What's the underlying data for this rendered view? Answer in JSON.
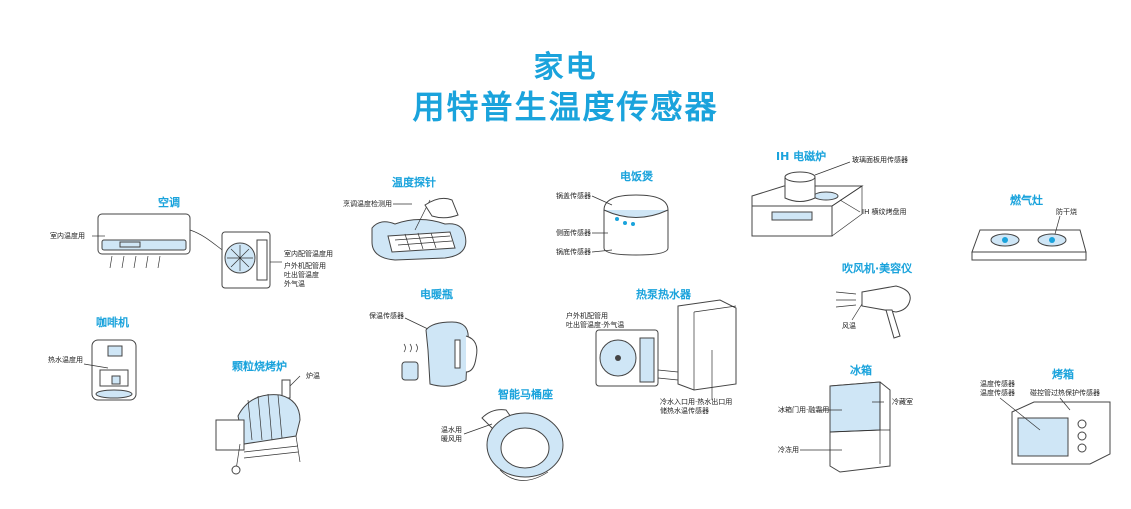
{
  "title": {
    "line1": "家电",
    "line2": "用特普生温度传感器"
  },
  "appliances": {
    "aircon": {
      "name": "空调",
      "labels": [
        "室内温度用",
        "室内配管温度用",
        "户外机配管用",
        "吐出管温度",
        "外气温"
      ]
    },
    "probe": {
      "name": "温度探针",
      "labels": [
        "烹调温度检测用"
      ]
    },
    "rice_cooker": {
      "name": "电饭煲",
      "labels": [
        "锅盖传感器",
        "侧面传感器",
        "锅底传感器"
      ]
    },
    "ih": {
      "name": "IH 电磁炉",
      "labels": [
        "玻璃面板用传感器",
        "IH 横纹烤盘用"
      ]
    },
    "gas_stove": {
      "name": "燃气灶",
      "labels": [
        "防干烧"
      ]
    },
    "hair_dryer": {
      "name": "吹风机·美容仪",
      "labels": [
        "风温"
      ]
    },
    "coffee": {
      "name": "咖啡机",
      "labels": [
        "热水温度用"
      ]
    },
    "grill": {
      "name": "颗粒烧烤炉",
      "labels": [
        "炉温"
      ]
    },
    "kettle": {
      "name": "电暖瓶",
      "labels": [
        "保温传感器"
      ]
    },
    "heat_pump": {
      "name": "热泵热水器",
      "labels": [
        "户外机配管用",
        "吐出管温度·外气温",
        "冷水入口用·热水出口用",
        "储热水温传感器"
      ]
    },
    "toilet": {
      "name": "智能马桶座",
      "labels": [
        "温水用",
        "暖风用"
      ]
    },
    "fridge": {
      "name": "冰箱",
      "labels": [
        "冷藏室",
        "冰箱门用·融霜用",
        "冷冻用"
      ]
    },
    "oven": {
      "name": "烤箱",
      "labels": [
        "温度传感器",
        "温度传感器",
        "碰控管过热保护传感器"
      ]
    }
  }
}
